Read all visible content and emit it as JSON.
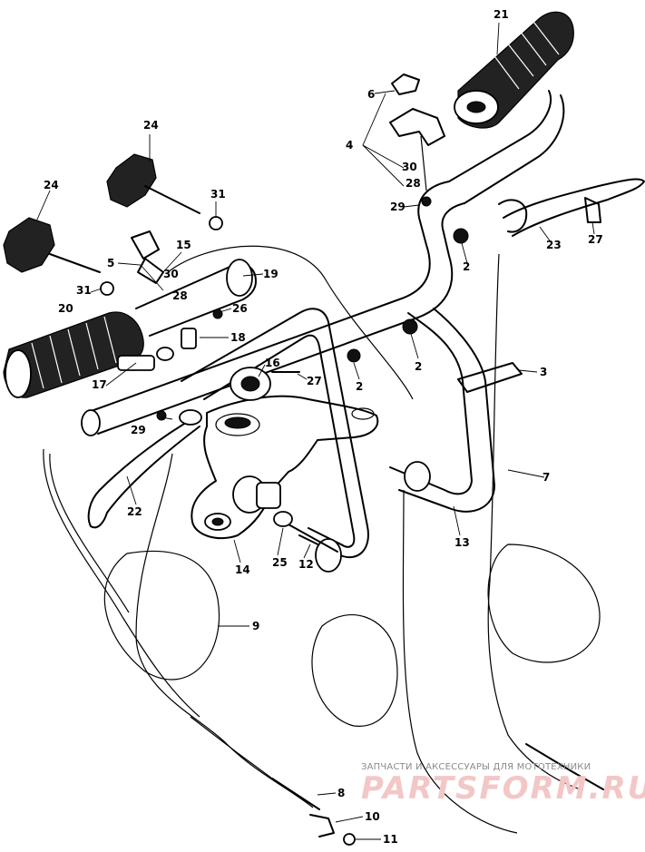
{
  "callouts": {
    "c2a": "2",
    "c2b": "2",
    "c2c": "2",
    "c3": "3",
    "c4": "4",
    "c5": "5",
    "c6": "6",
    "c7": "7",
    "c8": "8",
    "c9": "9",
    "c10": "10",
    "c11": "11",
    "c12": "12",
    "c13": "13",
    "c14": "14",
    "c15": "15",
    "c16": "16",
    "c17": "17",
    "c18": "18",
    "c19": "19",
    "c20": "20",
    "c21": "21",
    "c22": "22",
    "c23": "23",
    "c24a": "24",
    "c24b": "24",
    "c25": "25",
    "c26": "26",
    "c27a": "27",
    "c27b": "27",
    "c28a": "28",
    "c28b": "28",
    "c29a": "29",
    "c29b": "29",
    "c30a": "30",
    "c30b": "30",
    "c31a": "31",
    "c31b": "31"
  },
  "watermark": {
    "text": "ЗАПЧАСТИ И АКСЕССУАРЫ ДЛЯ МОТОТЕХНИКИ",
    "logo": "PARTSFORM.RU"
  }
}
